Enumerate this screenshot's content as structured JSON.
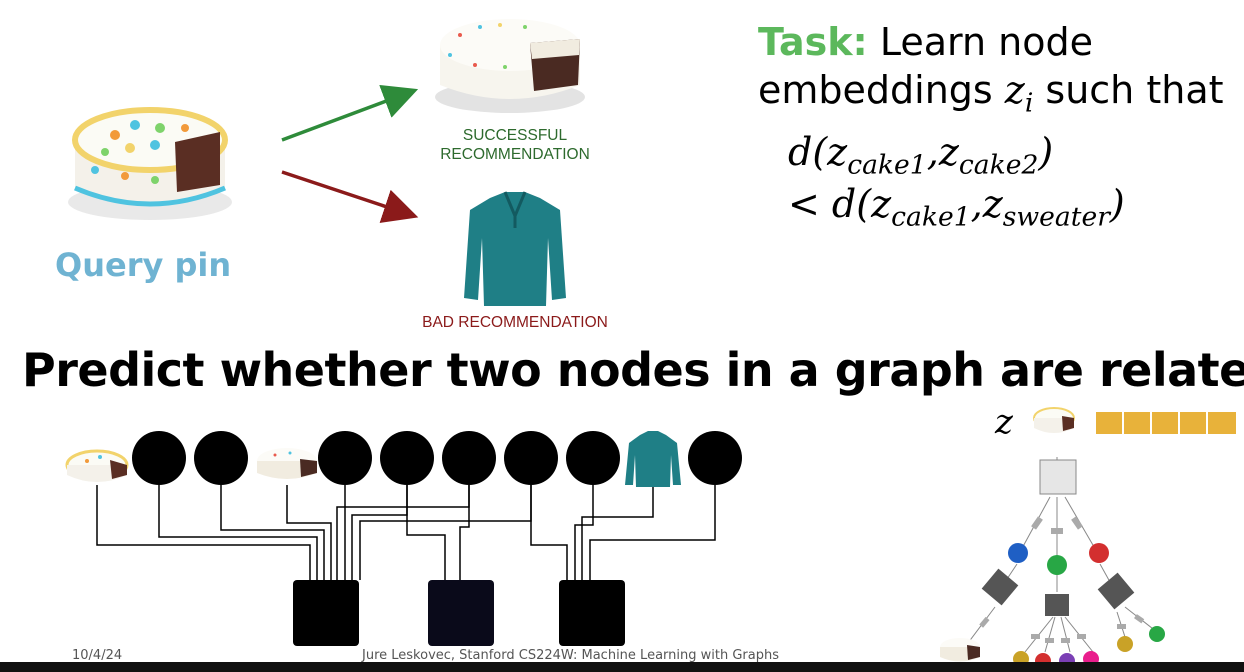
{
  "query_pin": "Query pin",
  "success_label_line1": "SUCCESSFUL",
  "success_label_line2": "RECOMMENDATION",
  "bad_label": "BAD RECOMMENDATION",
  "task": {
    "keyword": "Task:",
    "line1_rest": " Learn node",
    "line2_prefix": "embeddings "
  },
  "formula": {
    "z": "z",
    "i": "i",
    "such_that": " such that",
    "d_open": "d(",
    "cake1": "cake1",
    "cake2": "cake2",
    "sweater": "sweater",
    "comma": ",",
    "close": ")",
    "lt": "< "
  },
  "headline": "Predict whether two nodes in a graph are related",
  "embedding_label": "z",
  "footer": {
    "date": "10/4/24",
    "credit": "Jure Leskovec, Stanford CS224W: Machine Learning with Graphs"
  },
  "colors": {
    "query_blue": "#6fb3d2",
    "task_green": "#5cb85c",
    "success_arrow": "#2e8b3a",
    "bad_arrow": "#8b1a1a",
    "embedding_yellow": "#e8b23a"
  },
  "embedding_cells": 5
}
